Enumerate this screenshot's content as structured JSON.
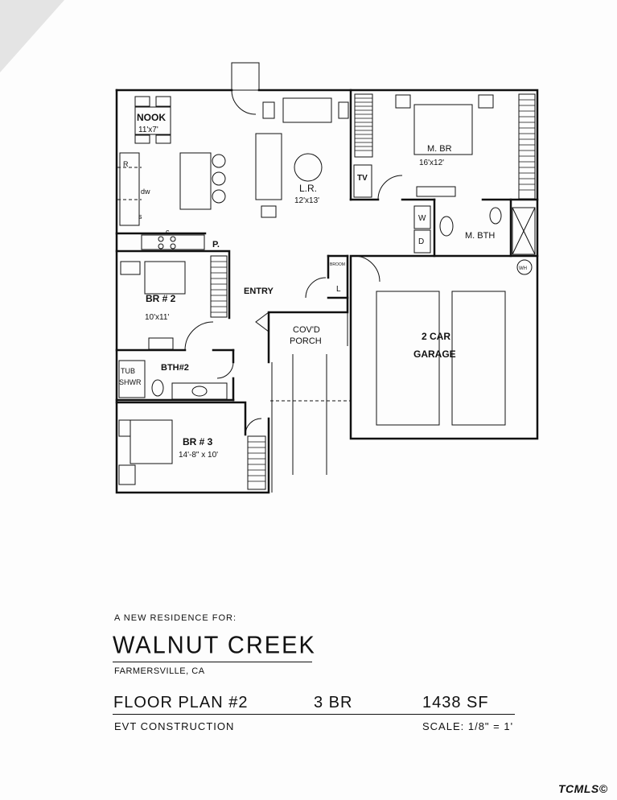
{
  "title_block": {
    "subtitle": "A NEW RESIDENCE FOR:",
    "project_name": "WALNUT  CREEK",
    "location": "FARMERSVILLE, CA",
    "plan_label": "FLOOR  PLAN  #2",
    "bedrooms": "3  BR",
    "square_feet": "1438  SF",
    "builder": "EVT  CONSTRUCTION",
    "scale": "SCALE:  1/8\" = 1'"
  },
  "watermark": "TCMLS©",
  "rooms": {
    "nook": {
      "name": "NOOK",
      "size": "11'x7'"
    },
    "living": {
      "name": "L.R.",
      "size": "12'x13'"
    },
    "master_bedroom": {
      "name": "M. BR",
      "size": "16'x12'"
    },
    "master_bath": {
      "name": "M. BTH"
    },
    "bedroom2": {
      "name": "BR # 2",
      "size": "10'x11'"
    },
    "bath2": {
      "name": "BTH#2"
    },
    "bedroom3": {
      "name": "BR # 3",
      "size": "14'-8\" x 10'"
    },
    "entry": {
      "name": "ENTRY"
    },
    "porch": {
      "line1": "COV'D",
      "line2": "PORCH"
    },
    "garage": {
      "line1": "2 CAR",
      "line2": "GARAGE"
    }
  },
  "fixture_labels": {
    "refrigerator": "R",
    "dishwasher": "dw",
    "sink": "s",
    "range": "c",
    "pantry": "P.",
    "tv": "TV",
    "washer": "W",
    "dryer": "D",
    "linen": "L",
    "broom": "BROOM",
    "tub1": "TUB",
    "tub2": "SHWR",
    "water_heater": "WH"
  }
}
